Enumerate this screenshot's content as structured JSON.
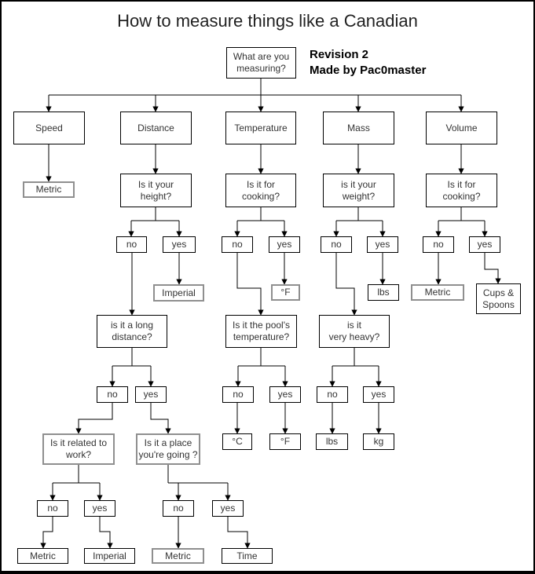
{
  "title": "How to measure things like a Canadian",
  "meta": {
    "revision": "Revision 2",
    "credit": "Made by Pac0master"
  },
  "labels": {
    "no": "no",
    "yes": "yes"
  },
  "nodes": {
    "root": "What are you\nmeasuring?",
    "speed": "Speed",
    "distance": "Distance",
    "temperature": "Temperature",
    "mass": "Mass",
    "volume": "Volume",
    "metric_speed": "Metric",
    "q_height": "Is it your\nheight?",
    "q_cooking_temp": "Is it for\ncooking?",
    "q_weight": "is it your\nweight?",
    "q_cooking_vol": "Is it for\ncooking?",
    "imperial_height": "Imperial",
    "fahrenheit_cooking": "°F",
    "lbs_weight": "lbs",
    "metric_volume": "Metric",
    "cups_spoons": "Cups &\nSpoons",
    "q_long_distance": "is it a long\ndistance?",
    "q_pool": "Is it the pool's\ntemperature?",
    "q_heavy": "is it\nvery heavy?",
    "celsius_pool": "°C",
    "fahrenheit_pool": "°F",
    "lbs_heavy": "lbs",
    "kg_heavy": "kg",
    "q_work": "Is it related to\nwork?",
    "q_place": "Is it a place\nyou're going ?",
    "metric_work": "Metric",
    "imperial_work": "Imperial",
    "metric_place": "Metric",
    "time_place": "Time"
  },
  "colors": {
    "background": "#ffffff",
    "line": "#000000",
    "muted_border": "#8f8f8f",
    "text": "#333333"
  }
}
